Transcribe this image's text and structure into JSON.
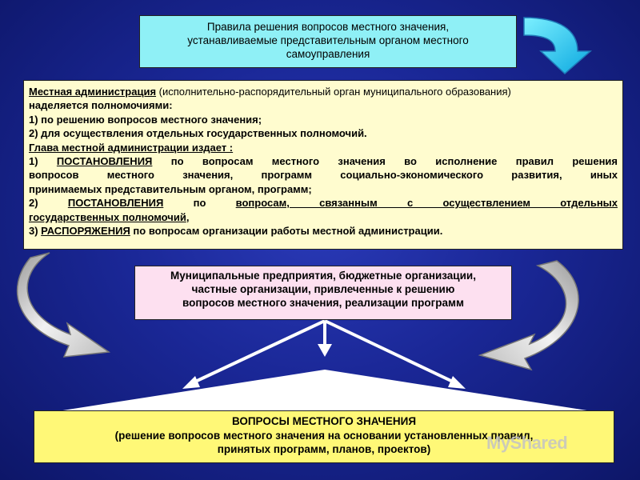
{
  "top_box": {
    "line1": "Правила решения вопросов местного значения,",
    "line2": "устанавливаемые представительным органом местного",
    "line3": "самоуправления"
  },
  "admin": {
    "title": "Местная администрация",
    "title_rest": " (исполнительно-распорядительный орган муниципального образования)",
    "line2": "наделяется полномочиями:",
    "item1": "1) по решению вопросов местного значения;",
    "item2": "2) для осуществления отдельных государственных полномочий.",
    "head_issues": "Глава местной администрации издает :",
    "p1_num": "1) ",
    "p1_kw": "ПОСТАНОВЛЕНИЯ",
    "p1_text1": " по вопросам местного значения во исполнение правил решения",
    "p1_line2": "вопросов местного значения, программ социально-экономического развития, иных",
    "p1_line3": "принимаемых представительным органом, программ;",
    "p2_num": "2) ",
    "p2_kw": "ПОСТАНОВЛЕНИЯ",
    "p2_pre": " по ",
    "p2_u1": "вопросам, связанным с осуществлением отдельных",
    "p2_u2": "государственных полномочий",
    "p2_end": ",",
    "p3_num": "3) ",
    "p3_kw": "РАСПОРЯЖЕНИЯ",
    "p3_text": " по вопросам организации работы местной администрации."
  },
  "org_box": {
    "line1": "Муниципальные предприятия, бюджетные организации,",
    "line2": "частные организации, привлеченные к решению",
    "line3": "вопросов местного значения, реализации программ"
  },
  "bottom_box": {
    "line1": "ВОПРОСЫ МЕСТНОГО ЗНАЧЕНИЯ",
    "line2": "(решение вопросов местного значения на основании установленных правил,",
    "line3": "принятых программ, планов, проектов)"
  },
  "watermark": "MyShared",
  "colors": {
    "background": "#1a2796",
    "top_box": "#8ff0f6",
    "admin_box": "#fffccf",
    "org_box": "#fde0f0",
    "bottom_box": "#fff877",
    "cyan_arrow": "#10c8ee",
    "grey_arrow": "#d8d8d8"
  }
}
